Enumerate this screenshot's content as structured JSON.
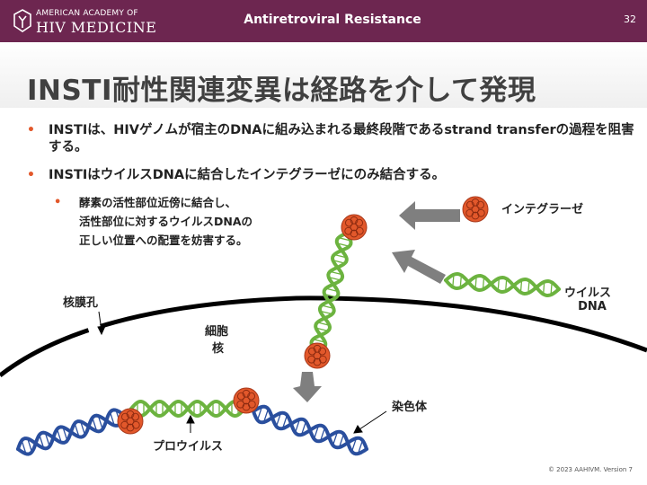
{
  "header": {
    "org_line1": "AMERICAN ACADEMY OF",
    "org_line2": "HIV MEDICINE",
    "title": "Antiretroviral Resistance",
    "page_number": "32"
  },
  "slide": {
    "title": "INSTI耐性関連変異は経路を介して発現",
    "bullets": [
      {
        "text": "INSTIは、HIVゲノムが宿主のDNAに組み込まれる最終段階であるstrand transferの過程を阻害する。"
      },
      {
        "text": "INSTIはウイルスDNAに結合したインテグラーゼにのみ結合する。",
        "sub": [
          "酵素の活性部位近傍に結合し、",
          "活性部位に対するウイルスDNAの",
          "正しい位置への配置を妨害する。"
        ]
      }
    ]
  },
  "diagram": {
    "labels": {
      "integrase": "インテグラーゼ",
      "viral_dna": [
        "ウイルス",
        "DNA"
      ],
      "nuclear_pore": "核膜孔",
      "nucleus": [
        "細胞",
        "核"
      ],
      "chromosome": "染色体",
      "provirus": "プロウイルス"
    },
    "colors": {
      "header": "#6d2650",
      "host_dna": "#2a4f9e",
      "viral_dna": "#6cb33f",
      "integrase": "#e2582b",
      "arrow": "#7f7f7f",
      "bullet": "#e2582b"
    }
  },
  "footer": {
    "copyright": "© 2023 AAHIVM. Version 7"
  }
}
